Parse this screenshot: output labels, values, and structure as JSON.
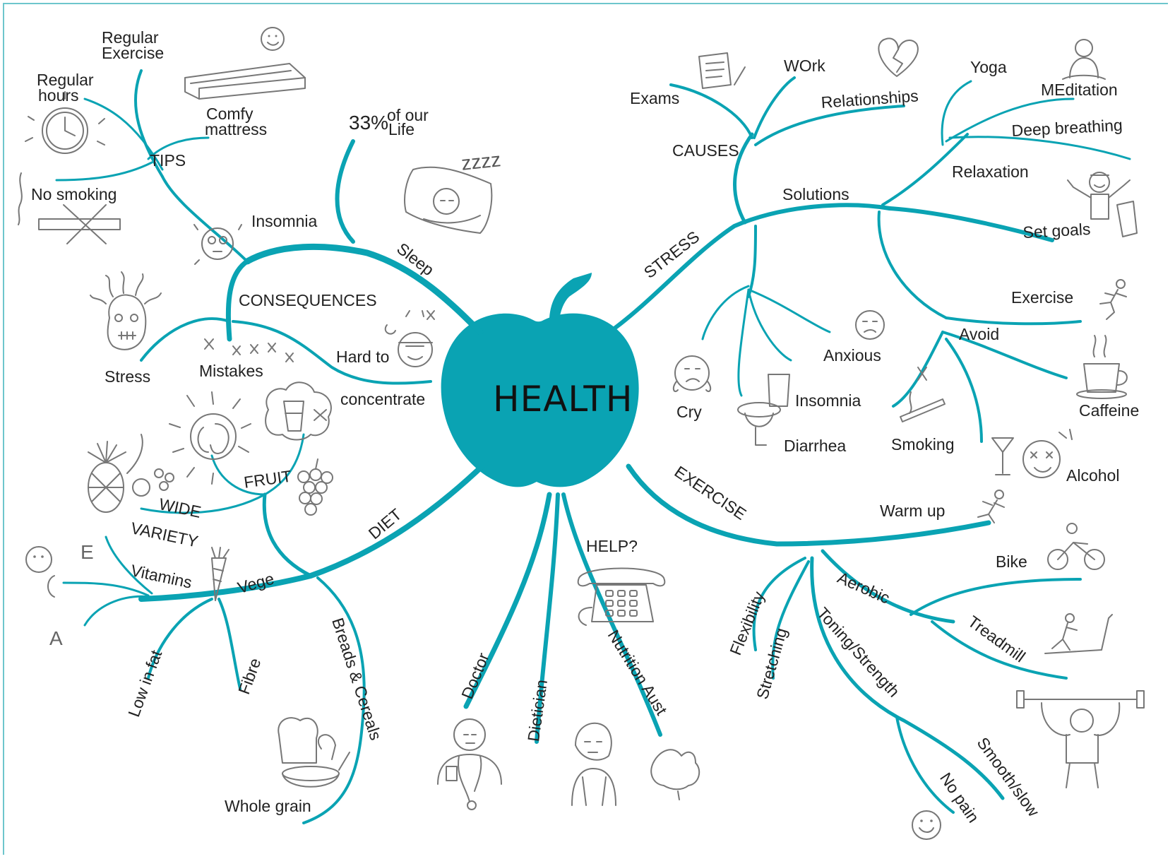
{
  "center": {
    "title": "HEALTH"
  },
  "stress": {
    "title": "STRESS",
    "causes": {
      "title": "CAUSES",
      "items": [
        "Exams",
        "WOrk",
        "Relationships"
      ]
    },
    "solutions": {
      "title": "Solutions",
      "relaxation": "Relaxation",
      "items": [
        "Yoga",
        "MEditation",
        "Deep breathing",
        "Set goals",
        "Exercise"
      ]
    },
    "avoid": {
      "title": "Avoid",
      "items": [
        "Caffeine",
        "Smoking",
        "Alcohol"
      ]
    },
    "symptoms": [
      "Cry",
      "Anxious",
      "Insomnia",
      "Diarrhea"
    ]
  },
  "sleep": {
    "title": "Sleep",
    "fact": {
      "percent": "33%",
      "line1": "of our",
      "line2": "Life"
    },
    "insomnia": "Insomnia",
    "tips": {
      "title": "TIPS",
      "regular_exercise_1": "Regular",
      "regular_exercise_2": "Exercise",
      "regular_hours_1": "Regular",
      "regular_hours_2": "hours",
      "comfy_1": "Comfy",
      "comfy_2": "mattress",
      "no_smoking": "No smoking"
    },
    "consequences": {
      "title": "CONSEQUENCES",
      "stress": "Stress",
      "mistakes": "Mistakes",
      "hard_to": "Hard to",
      "concentrate": "concentrate"
    },
    "snore": "zzzz"
  },
  "diet": {
    "title": "DIET",
    "fruit": "FRUIT",
    "wide": "WIDE",
    "variety": "VARIETY",
    "vege": "Vege",
    "vitamins": "Vitamins",
    "vitamin_letters": [
      "E",
      "C",
      "A"
    ],
    "low_fat": "Low in fat",
    "fibre": "Fibre",
    "breads": "Breads & Cereals",
    "whole_grain": "Whole grain"
  },
  "help": {
    "title": "HELP?",
    "items": [
      "Doctor",
      "Dietician",
      "Nutrition Aust"
    ]
  },
  "exercise": {
    "title": "EXERCISE",
    "warm_up": "Warm up",
    "aerobic": "Aerobic",
    "bike": "Bike",
    "treadmill": "Treadmill",
    "flexibility": "Flexibility",
    "stretching": "Stretching",
    "toning": "Toning/Strength",
    "smooth": "Smooth/slow",
    "no_pain": "No pain"
  },
  "colors": {
    "accent": "#0aa3b3",
    "ink": "#222222",
    "sketch": "#777777"
  }
}
